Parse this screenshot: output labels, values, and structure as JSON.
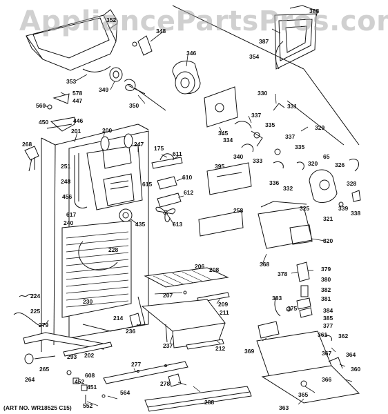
{
  "watermark": "AppliancePartsPros.com",
  "art_number": "(ART NO. WR18525 C15)",
  "callouts": [
    {
      "id": "p352",
      "text": "352"
    },
    {
      "id": "p348",
      "text": "348"
    },
    {
      "id": "p346",
      "text": "346"
    },
    {
      "id": "p388",
      "text": "388"
    },
    {
      "id": "p387",
      "text": "387"
    },
    {
      "id": "p354",
      "text": "354"
    },
    {
      "id": "p353",
      "text": "353"
    },
    {
      "id": "p349",
      "text": "349"
    },
    {
      "id": "p350",
      "text": "350"
    },
    {
      "id": "p578",
      "text": "578"
    },
    {
      "id": "p447",
      "text": "447"
    },
    {
      "id": "p560",
      "text": "560"
    },
    {
      "id": "p446",
      "text": "446"
    },
    {
      "id": "p450",
      "text": "450"
    },
    {
      "id": "p201",
      "text": "201"
    },
    {
      "id": "p200",
      "text": "200"
    },
    {
      "id": "p268",
      "text": "268"
    },
    {
      "id": "p251",
      "text": "251"
    },
    {
      "id": "p247",
      "text": "247"
    },
    {
      "id": "p175",
      "text": "175"
    },
    {
      "id": "p611",
      "text": "611"
    },
    {
      "id": "p345",
      "text": "345"
    },
    {
      "id": "p334",
      "text": "334"
    },
    {
      "id": "p337a",
      "text": "337"
    },
    {
      "id": "p335a",
      "text": "335"
    },
    {
      "id": "p330",
      "text": "330"
    },
    {
      "id": "p331",
      "text": "331"
    },
    {
      "id": "p329",
      "text": "329"
    },
    {
      "id": "p337b",
      "text": "337"
    },
    {
      "id": "p335b",
      "text": "335"
    },
    {
      "id": "p340",
      "text": "340"
    },
    {
      "id": "p333",
      "text": "333"
    },
    {
      "id": "p65",
      "text": "65"
    },
    {
      "id": "p248",
      "text": "248"
    },
    {
      "id": "p610",
      "text": "610"
    },
    {
      "id": "p615",
      "text": "615"
    },
    {
      "id": "p395",
      "text": "395"
    },
    {
      "id": "p336",
      "text": "336"
    },
    {
      "id": "p332",
      "text": "332"
    },
    {
      "id": "p320",
      "text": "320"
    },
    {
      "id": "p326",
      "text": "326"
    },
    {
      "id": "p328",
      "text": "328"
    },
    {
      "id": "p456",
      "text": "456"
    },
    {
      "id": "p612",
      "text": "612"
    },
    {
      "id": "p325",
      "text": "325"
    },
    {
      "id": "p339",
      "text": "339"
    },
    {
      "id": "p338",
      "text": "338"
    },
    {
      "id": "p321",
      "text": "321"
    },
    {
      "id": "p617",
      "text": "617"
    },
    {
      "id": "p435",
      "text": "435"
    },
    {
      "id": "p613",
      "text": "613"
    },
    {
      "id": "p258",
      "text": "258"
    },
    {
      "id": "p240",
      "text": "240"
    },
    {
      "id": "p820",
      "text": "820"
    },
    {
      "id": "p228",
      "text": "228"
    },
    {
      "id": "p368",
      "text": "368"
    },
    {
      "id": "p206",
      "text": "206"
    },
    {
      "id": "p208",
      "text": "208"
    },
    {
      "id": "p379",
      "text": "379"
    },
    {
      "id": "p378",
      "text": "378"
    },
    {
      "id": "p380",
      "text": "380"
    },
    {
      "id": "p382",
      "text": "382"
    },
    {
      "id": "p207",
      "text": "207"
    },
    {
      "id": "p224",
      "text": "224"
    },
    {
      "id": "p230",
      "text": "230"
    },
    {
      "id": "p383",
      "text": "383"
    },
    {
      "id": "p209",
      "text": "209"
    },
    {
      "id": "p381",
      "text": "381"
    },
    {
      "id": "p375",
      "text": "375"
    },
    {
      "id": "p225",
      "text": "225"
    },
    {
      "id": "p211",
      "text": "211"
    },
    {
      "id": "p384",
      "text": "384"
    },
    {
      "id": "p385",
      "text": "385"
    },
    {
      "id": "p214",
      "text": "214"
    },
    {
      "id": "p377",
      "text": "377"
    },
    {
      "id": "p279",
      "text": "279"
    },
    {
      "id": "p236",
      "text": "236"
    },
    {
      "id": "p361",
      "text": "361"
    },
    {
      "id": "p362",
      "text": "362"
    },
    {
      "id": "p237",
      "text": "237"
    },
    {
      "id": "p212",
      "text": "212"
    },
    {
      "id": "p369",
      "text": "369"
    },
    {
      "id": "p293",
      "text": "293"
    },
    {
      "id": "p202",
      "text": "202"
    },
    {
      "id": "p367",
      "text": "367"
    },
    {
      "id": "p364",
      "text": "364"
    },
    {
      "id": "p277",
      "text": "277"
    },
    {
      "id": "p264",
      "text": "264"
    },
    {
      "id": "p265",
      "text": "265"
    },
    {
      "id": "p360",
      "text": "360"
    },
    {
      "id": "p608",
      "text": "608"
    },
    {
      "id": "p452",
      "text": "452"
    },
    {
      "id": "p451",
      "text": "451"
    },
    {
      "id": "p278",
      "text": "278"
    },
    {
      "id": "p366",
      "text": "366"
    },
    {
      "id": "p564",
      "text": "564"
    },
    {
      "id": "p365",
      "text": "365"
    },
    {
      "id": "p552",
      "text": "552"
    },
    {
      "id": "p288",
      "text": "288"
    },
    {
      "id": "p363",
      "text": "363"
    }
  ]
}
